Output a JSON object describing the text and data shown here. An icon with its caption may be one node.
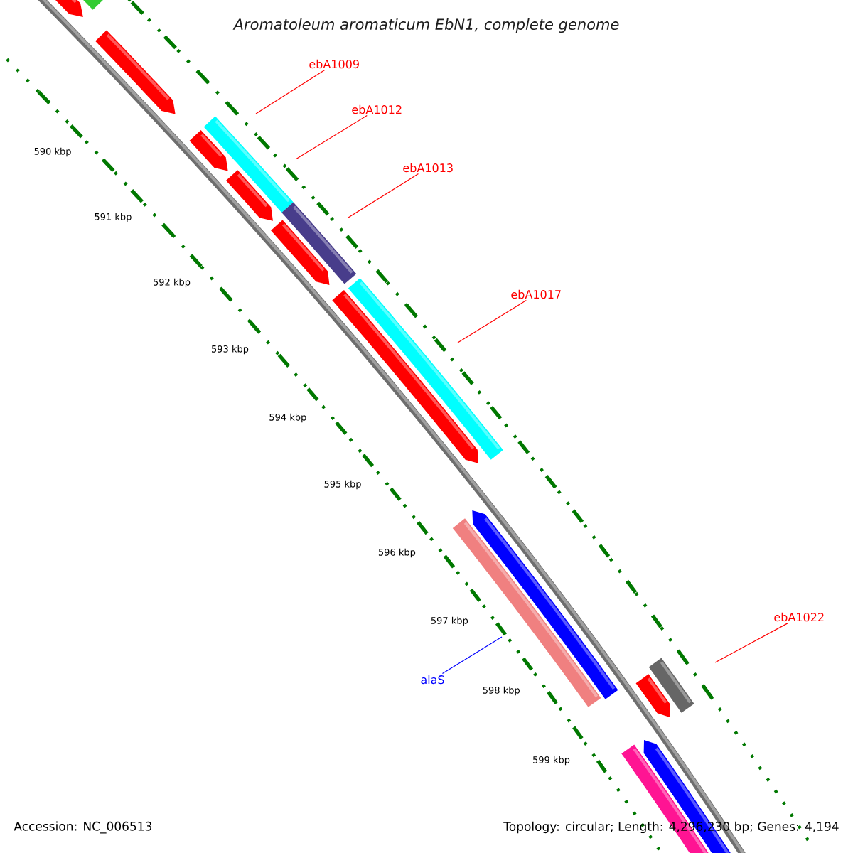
{
  "diagram": {
    "title": "Aromatoleum aromaticum EbN1, complete genome",
    "nodes": [
      {
        "text": [
          "ebA1009"
        ]
      },
      {
        "text": [
          "ebA1012"
        ]
      },
      {
        "text": [
          "ebA1013"
        ]
      },
      {
        "text": [
          "ebA1017"
        ]
      },
      {
        "text": [
          "ebA1022"
        ]
      },
      {
        "text": [
          "alaS"
        ]
      }
    ],
    "edges": [
      {
        "from": 0,
        "to": null,
        "arrow": "none"
      },
      {
        "from": 1,
        "to": null,
        "arrow": "none"
      },
      {
        "from": 2,
        "to": null,
        "arrow": "none"
      },
      {
        "from": 3,
        "to": null,
        "arrow": "none"
      },
      {
        "from": 4,
        "to": null,
        "arrow": "none"
      },
      {
        "from": 5,
        "to": null,
        "arrow": "none",
        "color": "#0000ff"
      }
    ],
    "labels": [
      "590 kbp",
      "591 kbp",
      "592 kbp",
      "593 kbp",
      "594 kbp",
      "595 kbp",
      "596 kbp",
      "597 kbp",
      "598 kbp",
      "599 kbp",
      "Accession: NC_006513",
      "Topology: circular; Length: 4,296,230 bp; Genes: 4,194"
    ]
  }
}
